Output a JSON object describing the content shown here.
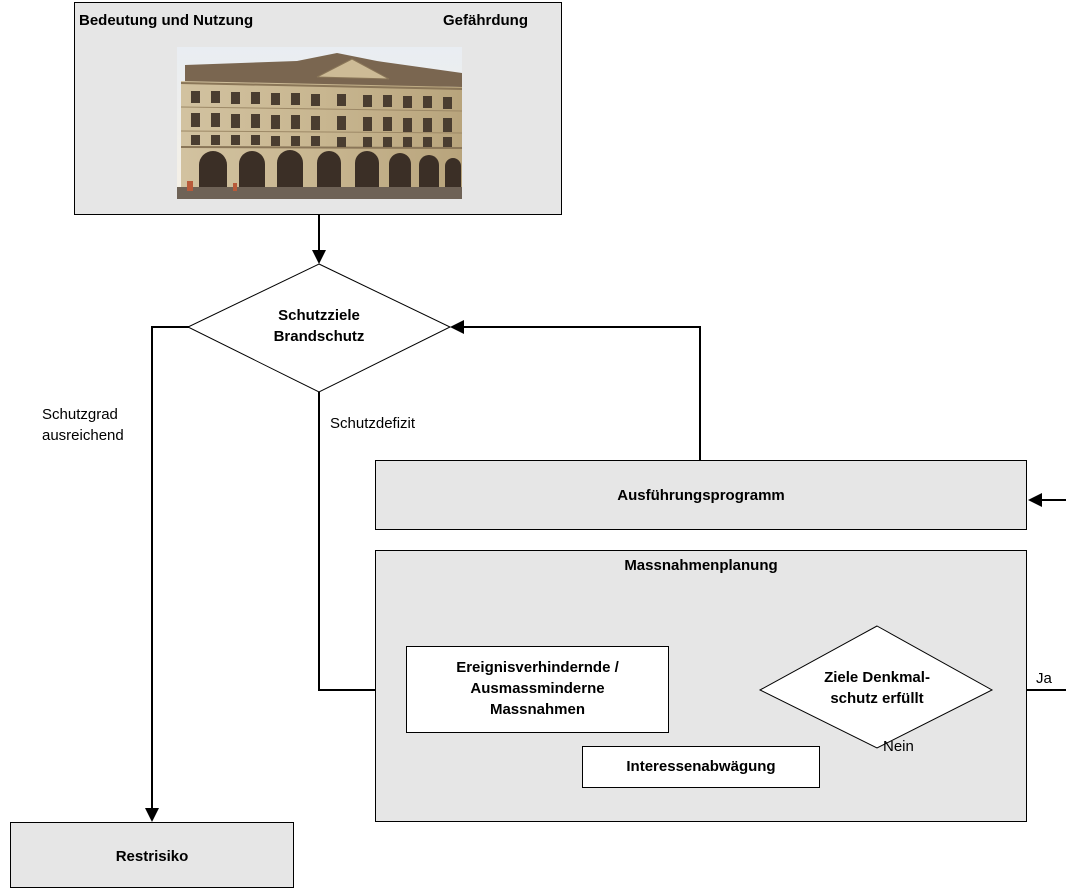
{
  "top_box": {
    "left_title": "Bedeutung und Nutzung",
    "right_title": "Gefährdung"
  },
  "decision_schutzziele": {
    "label": "Schutzziele\nBrandschutz"
  },
  "edge_labels": {
    "sufficient": "Schutzgrad\nausreichend",
    "deficit": "Schutzdefizit",
    "yes": "Ja",
    "no": "Nein"
  },
  "ausfuehrungsprogramm": {
    "label": "Ausführungsprogramm"
  },
  "massnahmenplanung": {
    "title": "Massnahmenplanung"
  },
  "measures_box": {
    "label": "Ereignisverhindernde /\nAusmassminderne\nMassnahmen"
  },
  "decision_denkmalschutz": {
    "label": "Ziele Denkmal-\nschutz erfüllt"
  },
  "interessen_box": {
    "label": "Interessenabwägung"
  },
  "restrisiko_box": {
    "label": "Restrisiko"
  },
  "colors": {
    "box_fill": "#e6e6e6",
    "stroke": "#000000"
  }
}
